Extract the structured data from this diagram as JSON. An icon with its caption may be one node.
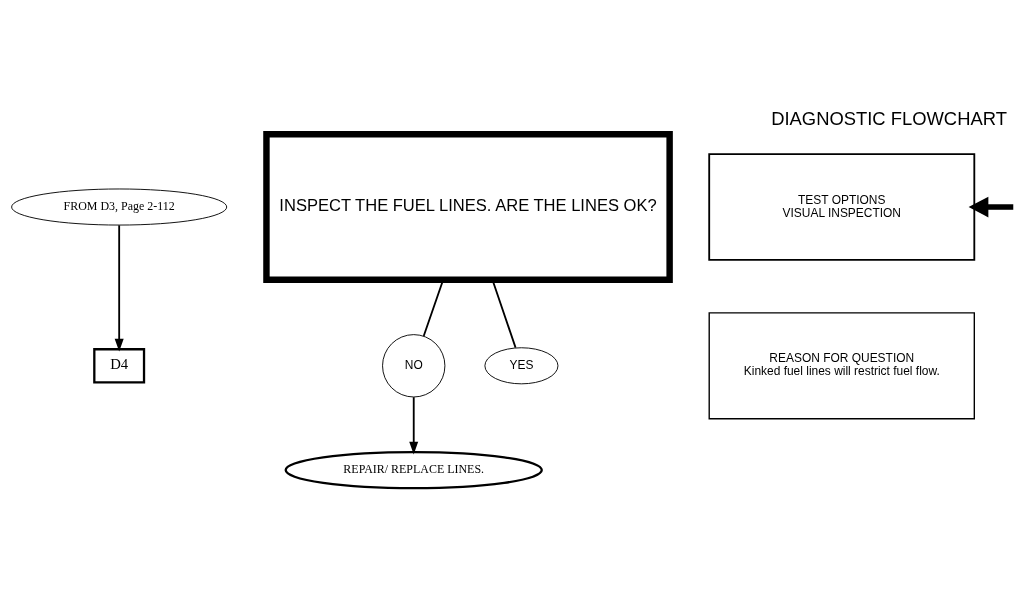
{
  "diagram": {
    "title": "DIAGNOSTIC FLOWCHART",
    "nodes": [
      {
        "text": [
          "FROM D3, Page 2-112"
        ]
      },
      {
        "text": [
          "D4"
        ]
      },
      {
        "text": [
          "INSPECT THE FUEL LINES. ARE THE LINES OK?"
        ]
      },
      {
        "text": [
          "TEST OPTIONS",
          "VISUAL INSPECTION"
        ]
      },
      {
        "text": [
          "REASON FOR QUESTION",
          "Kinked fuel lines will restrict fuel flow."
        ]
      },
      {
        "text": [
          "NO"
        ]
      },
      {
        "text": [
          "REPAIR/ REPLACE LINES."
        ]
      },
      {
        "text": [
          "YES"
        ]
      }
    ],
    "edges": [
      {
        "from": 0,
        "to": 1,
        "arrow": "to"
      },
      {
        "from": 2,
        "to": 5,
        "arrow": "none"
      },
      {
        "from": 5,
        "to": 6,
        "arrow": "to"
      },
      {
        "from": 2,
        "to": 7,
        "arrow": "none"
      },
      {
        "from": null,
        "to": 3,
        "arrow": "to",
        "style": "thick"
      }
    ]
  }
}
